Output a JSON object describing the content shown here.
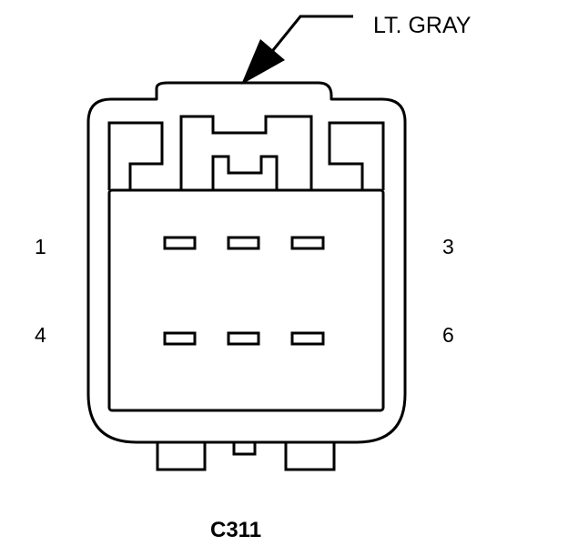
{
  "connector": {
    "id": "C311",
    "color_label": "LT. GRAY"
  },
  "pins": {
    "top_left": "1",
    "top_right": "3",
    "bottom_left": "4",
    "bottom_right": "6"
  }
}
